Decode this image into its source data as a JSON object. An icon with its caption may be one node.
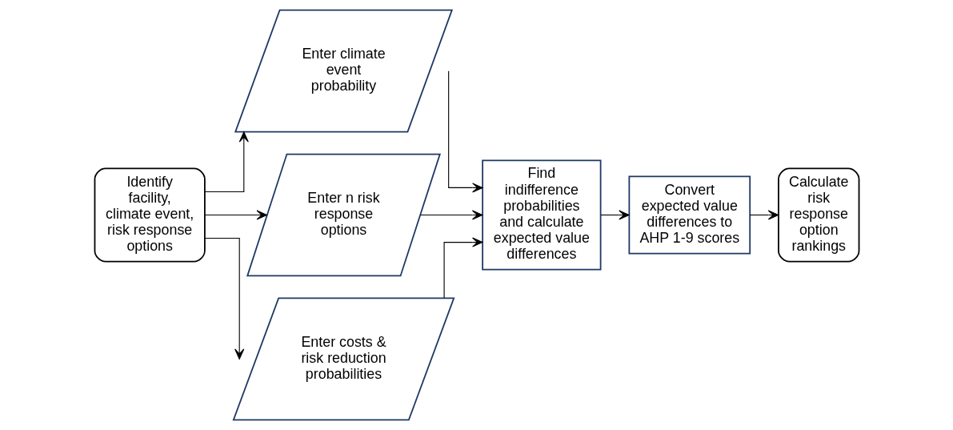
{
  "diagram": {
    "nodes": [
      {
        "text": [
          "Identify facility, climate event, risk response options"
        ]
      },
      {
        "text": [
          "Enter climate event probability"
        ]
      },
      {
        "text": [
          "Enter n risk response options"
        ]
      },
      {
        "text": [
          "Enter costs & risk reduction probabilities"
        ]
      },
      {
        "text": [
          "Find indifference probabilities and calculate expected value differences"
        ]
      },
      {
        "text": [
          "Convert expected value differences to AHP 1-9 scores"
        ]
      },
      {
        "text": [
          "Calculate risk response option rankings"
        ]
      }
    ],
    "edges": [
      {
        "from": 0,
        "to": 1,
        "arrow": "to"
      },
      {
        "from": 0,
        "to": 2,
        "arrow": "to"
      },
      {
        "from": 0,
        "to": 3,
        "arrow": "to"
      },
      {
        "from": 1,
        "to": 4,
        "arrow": "to"
      },
      {
        "from": 2,
        "to": 4,
        "arrow": "to"
      },
      {
        "from": 3,
        "to": 4,
        "arrow": "to"
      },
      {
        "from": 4,
        "to": 5,
        "arrow": "to"
      },
      {
        "from": 5,
        "to": 6,
        "arrow": "to"
      }
    ]
  }
}
